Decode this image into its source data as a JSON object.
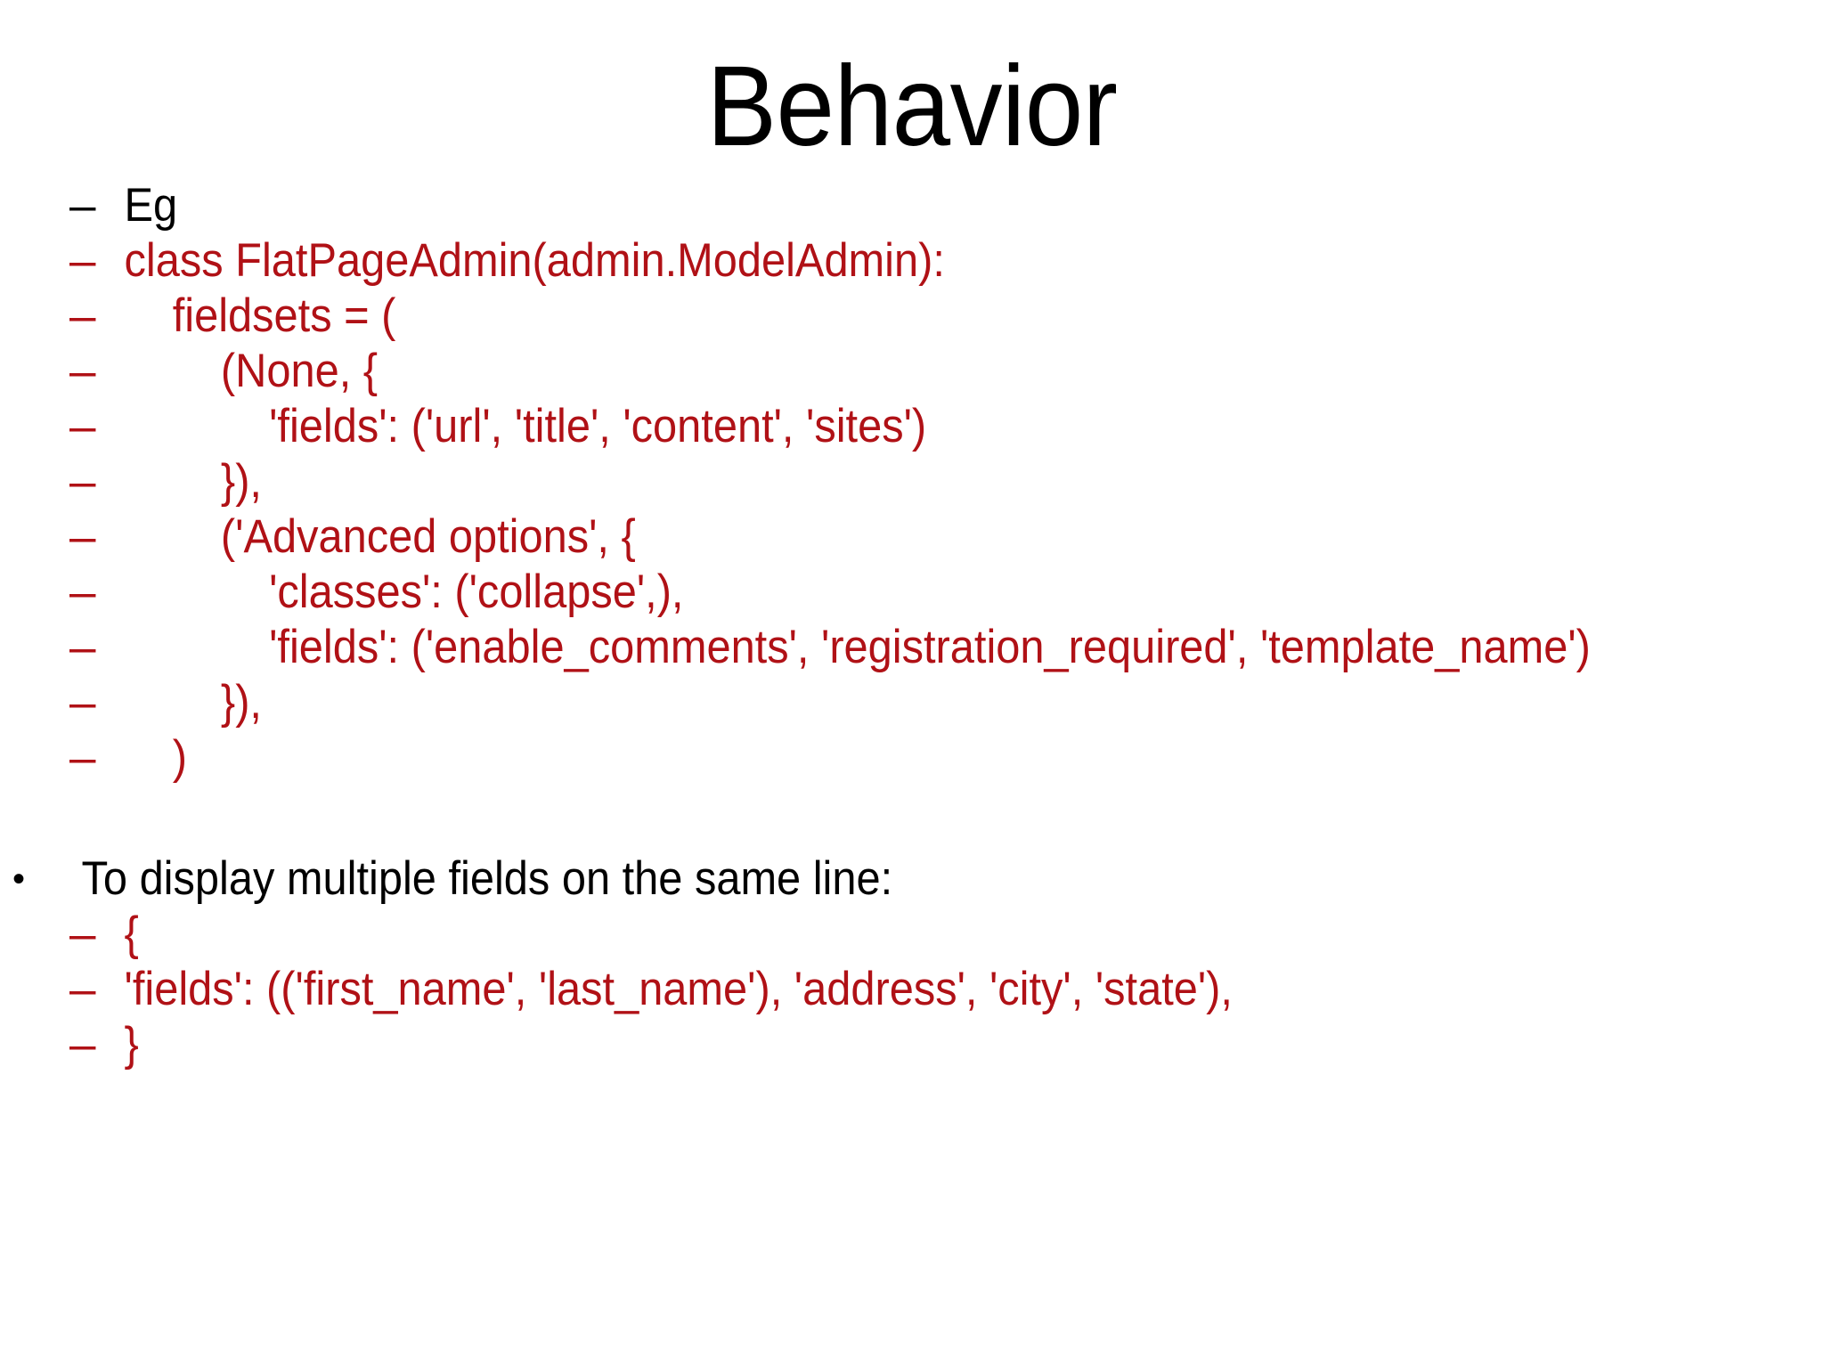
{
  "slide": {
    "title": "Behavior",
    "title_color": "#000000",
    "code_color": "#B01116",
    "text_color": "#000000",
    "background": "#FFFFFF",
    "dash_marker": "–",
    "bullet_marker": "•"
  },
  "blocks": [
    {
      "id": "eg-block",
      "lines": [
        {
          "id": "l1",
          "marker": "dash",
          "color": "black",
          "text": "Eg"
        },
        {
          "id": "l2",
          "marker": "dash",
          "color": "red",
          "text": "class FlatPageAdmin(admin.ModelAdmin):"
        },
        {
          "id": "l3",
          "marker": "dash",
          "color": "red",
          "text": "    fieldsets = ("
        },
        {
          "id": "l4",
          "marker": "dash",
          "color": "red",
          "text": "        (None, {"
        },
        {
          "id": "l5",
          "marker": "dash",
          "color": "red",
          "text": "            'fields': ('url', 'title', 'content', 'sites')"
        },
        {
          "id": "l6",
          "marker": "dash",
          "color": "red",
          "text": "        }),"
        },
        {
          "id": "l7",
          "marker": "dash",
          "color": "red",
          "text": "        ('Advanced options', {"
        },
        {
          "id": "l8",
          "marker": "dash",
          "color": "red",
          "text": "            'classes': ('collapse',),"
        },
        {
          "id": "l9",
          "marker": "dash",
          "color": "red",
          "text": "            'fields': ('enable_comments', 'registration_required', 'template_name')"
        },
        {
          "id": "l10",
          "marker": "dash",
          "color": "red",
          "text": "        }),"
        },
        {
          "id": "l11",
          "marker": "dash",
          "color": "red",
          "text": "    )"
        }
      ]
    },
    {
      "id": "multi-field-block",
      "lines": [
        {
          "id": "m1",
          "marker": "bullet",
          "color": "black",
          "text": "To display multiple fields on the same line:"
        },
        {
          "id": "m2",
          "marker": "dash",
          "color": "red",
          "text": "{"
        },
        {
          "id": "m3",
          "marker": "dash",
          "color": "red",
          "text": "'fields': (('first_name', 'last_name'), 'address', 'city', 'state'),"
        },
        {
          "id": "m4",
          "marker": "dash",
          "color": "red",
          "text": "}"
        }
      ]
    }
  ]
}
